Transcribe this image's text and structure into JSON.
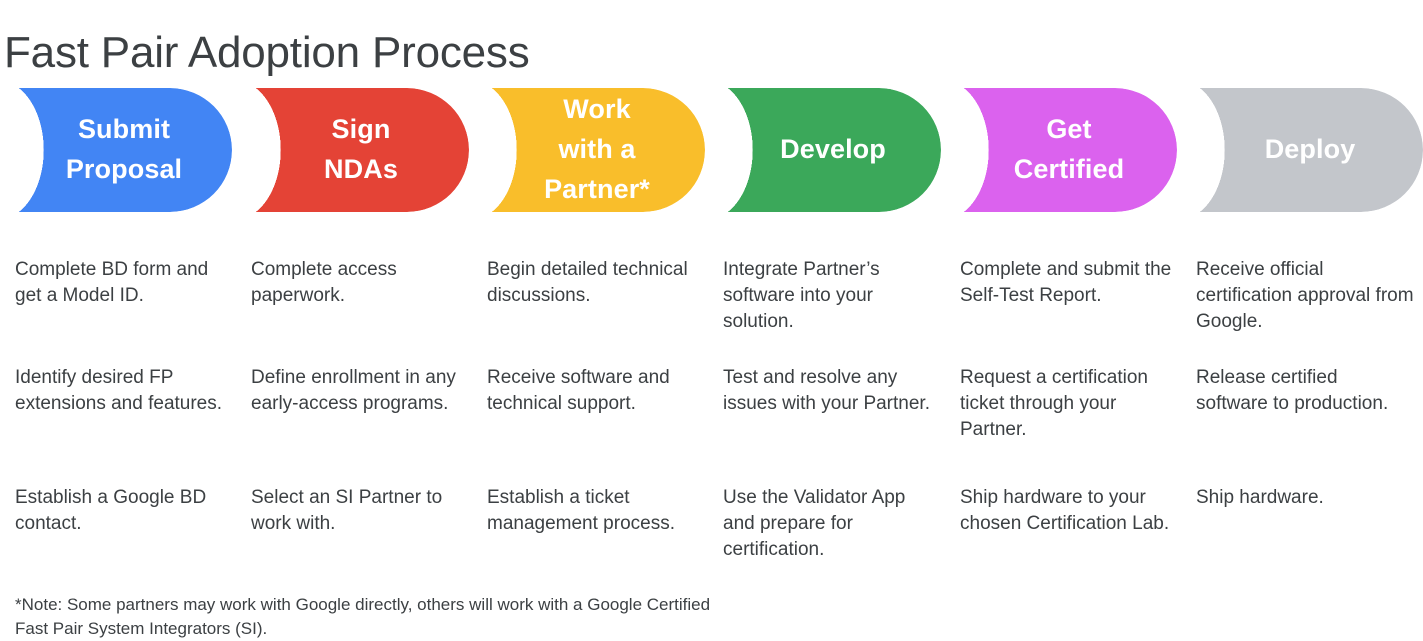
{
  "page": {
    "title": "Fast Pair Adoption Process",
    "background_color": "#ffffff",
    "text_color": "#3c4043"
  },
  "process": {
    "steps": [
      {
        "id": "submit-proposal",
        "label": "Submit\nProposal",
        "color": "#4285F4",
        "details": [
          "Complete BD form and get a Model ID.",
          "Identify desired FP extensions and features.",
          "Establish a Google BD contact."
        ]
      },
      {
        "id": "sign-ndas",
        "label": "Sign\nNDAs",
        "color": "#E44336",
        "details": [
          "Complete access paperwork.",
          "Define enrollment in any early-access programs.",
          "Select an SI Partner to work with."
        ]
      },
      {
        "id": "work-with-a-partner",
        "label": "Work\nwith a\nPartner*",
        "color": "#F9BE2B",
        "details": [
          "Begin detailed technical discussions.",
          "Receive software and technical support.",
          "Establish a ticket management process."
        ]
      },
      {
        "id": "develop",
        "label": "Develop",
        "color": "#3BA85A",
        "details": [
          "Integrate Partner’s software into your solution.",
          "Test and resolve any issues with your Partner.",
          "Use the Validator App and prepare for certification."
        ]
      },
      {
        "id": "get-certified",
        "label": "Get\nCertified",
        "color": "#DB62EE",
        "details": [
          "Complete and submit the Self-Test Report.",
          "Request a certification ticket through your Partner.",
          "Ship hardware to your chosen Certification Lab."
        ]
      },
      {
        "id": "deploy",
        "label": "Deploy",
        "color": "#C3C6CB",
        "details": [
          "Receive official certification approval from Google.",
          "Release certified software to production.",
          "Ship hardware."
        ]
      }
    ]
  },
  "footnote": {
    "text": "*Note: Some partners may work with Google directly, others will work with a Google Certified Fast Pair System Integrators (SI)."
  }
}
